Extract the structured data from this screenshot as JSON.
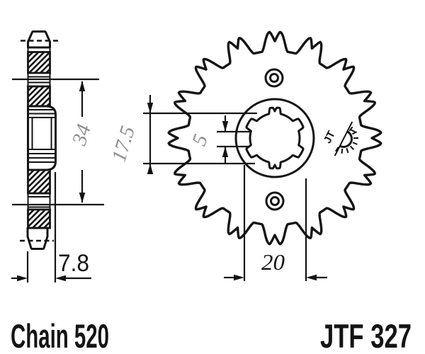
{
  "part": {
    "chain_label": "Chain 520",
    "part_number": "JTF 327"
  },
  "dimensions": {
    "side_height": "34",
    "side_thickness": "7.8",
    "hub_recess": "17.5",
    "spline_width": "5",
    "bore_diameter": "20"
  },
  "logo": {
    "jt": "JT"
  },
  "colors": {
    "ink": "#141414",
    "dimension_gray": "#8e8e8e",
    "background": "#ffffff"
  }
}
